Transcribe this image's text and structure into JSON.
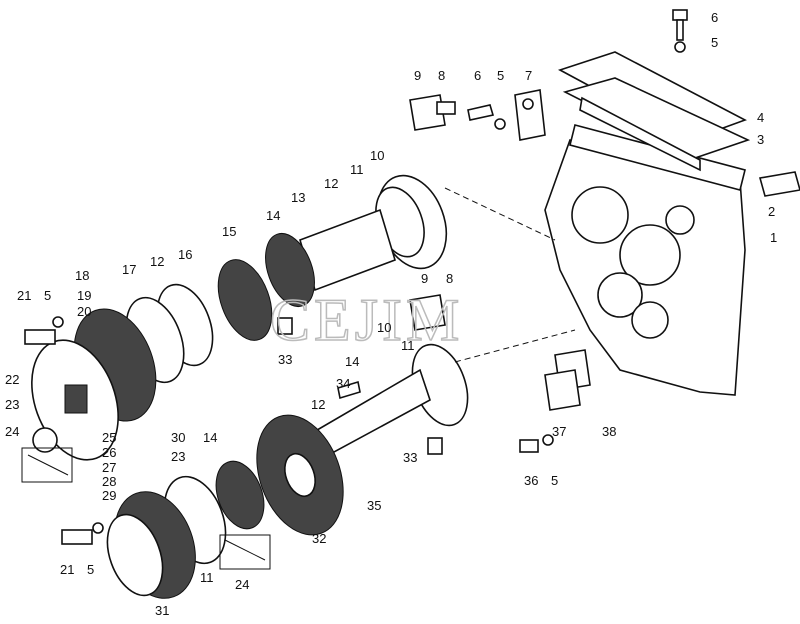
{
  "diagram": {
    "watermark": "CEJIM",
    "part_labels": [
      "6",
      "5",
      "9",
      "8",
      "6",
      "5",
      "7",
      "4",
      "3",
      "10",
      "11",
      "12",
      "13",
      "2",
      "14",
      "15",
      "1",
      "16",
      "12",
      "17",
      "18",
      "19",
      "21",
      "5",
      "20",
      "9",
      "8",
      "10",
      "11",
      "33",
      "14",
      "34",
      "22",
      "23",
      "12",
      "24",
      "25",
      "30",
      "14",
      "26",
      "23",
      "27",
      "28",
      "29",
      "37",
      "38",
      "33",
      "36",
      "5",
      "35",
      "32",
      "21",
      "5",
      "11",
      "24",
      "31"
    ]
  }
}
